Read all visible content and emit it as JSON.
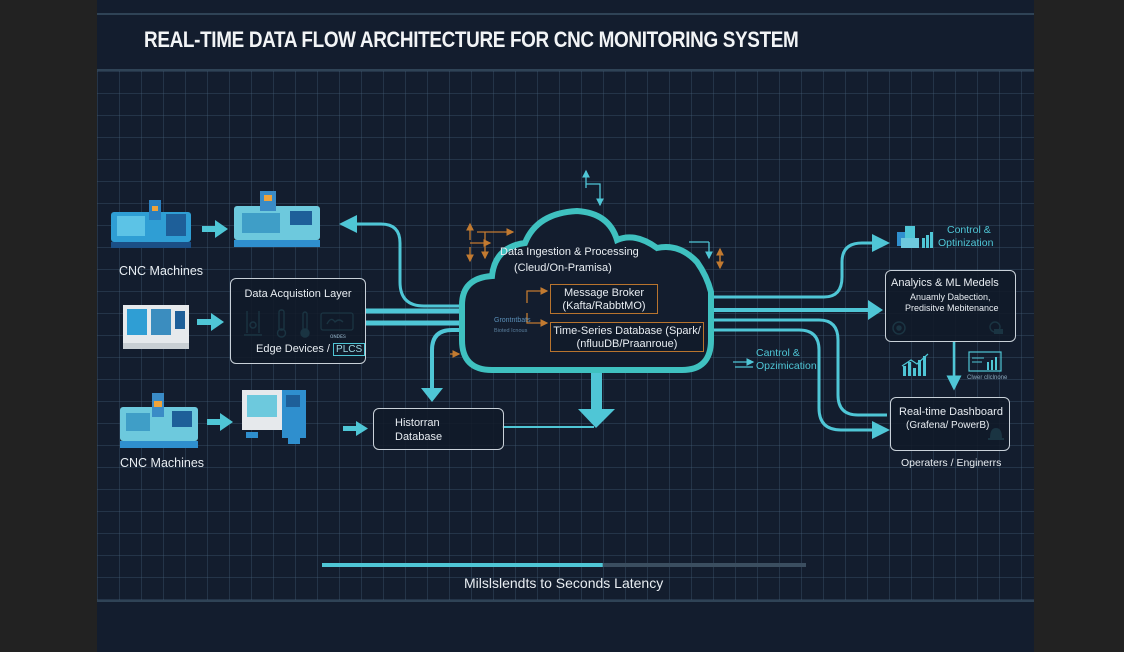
{
  "title": "REAL-TIME DATA FLOW ARCHITECTURE FOR CNC MONITORING SYSTEM",
  "colors": {
    "background": "#131d2e",
    "frame": "#222222",
    "accent_cyan": "#4fc6d6",
    "cloud_teal": "#3fc1c0",
    "orange": "#b8742e",
    "text": "#e8edf2"
  },
  "left": {
    "cnc_top_label": "CNC Machines",
    "cnc_bottom_label": "CNC Machines"
  },
  "acquisition": {
    "title": "Data Acquistion Layer",
    "footer_prefix": "Edge Devices /",
    "footer_badge": "PLCS",
    "icons": [
      "sensor-icon",
      "thermometer-icon",
      "thermometer-icon",
      "monitor-icon"
    ],
    "monitor_caption": "ᴏɴᴅᴇs"
  },
  "historian": {
    "line1": "Historran",
    "line2": "Database"
  },
  "cloud": {
    "title": "Data Ingestion & Processing",
    "subtitle": "(Cleud/On-Pramisa)",
    "side_label_1": "Grontntbats",
    "side_label_2": "Bioted Icnous",
    "broker_line1": "Message Broker",
    "broker_line2": "(Kafta/RabbtMO)",
    "tsdb_line1": "Time-Series Database (Spark/",
    "tsdb_line2": "(nfluuDB/Praanroue)"
  },
  "control_mid": {
    "line1": "Cantrol &",
    "line2": "Opzimication"
  },
  "right": {
    "control_top_line1": "Control &",
    "control_top_line2": "Optinization",
    "analytics_title": "Analyics & ML Medels",
    "analytics_line1": "Anuamly Dabection,",
    "analytics_line2": "Predisitve Mebitenance",
    "chart_caption": "Clwer cllclnone",
    "dashboard_title": "Real-time Dashboard",
    "dashboard_sub": "(Grafena/ PowerB)",
    "operators": "Operaters / Enginerrs"
  },
  "latency": {
    "label": "Milslslendts to Seconds Latency",
    "progress_fraction": 0.58
  }
}
